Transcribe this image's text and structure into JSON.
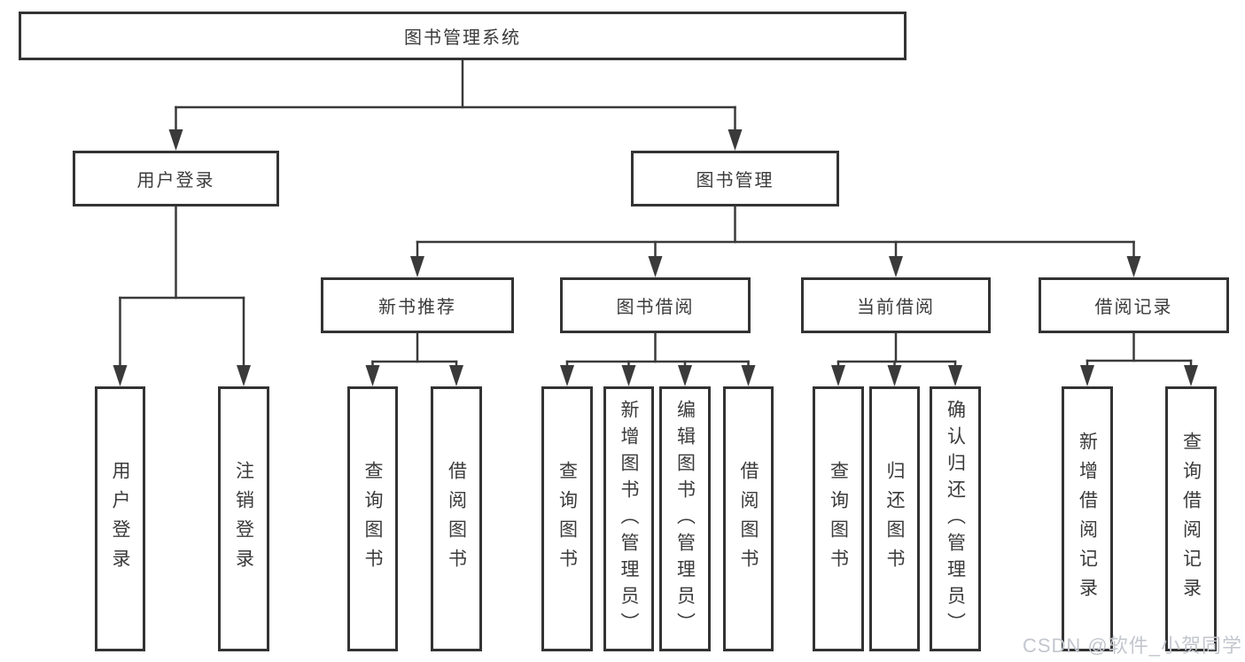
{
  "diagram_title": "图书管理系统",
  "watermark": "CSDN @软件_小贺同学",
  "colors": {
    "box_border": "#333333",
    "connector_line": "#3a3a3a",
    "text": "#3b3b3b",
    "background": "#ffffff",
    "watermark_text": "#c3c6ce"
  },
  "tree": {
    "root": {
      "label": "图书管理系统"
    },
    "branches": [
      {
        "label": "用户登录",
        "children": [
          {
            "label": "用户登录"
          },
          {
            "label": "注销登录"
          }
        ]
      },
      {
        "label": "图书管理",
        "children": [
          {
            "label": "新书推荐",
            "children": [
              {
                "label": "查询图书"
              },
              {
                "label": "借阅图书"
              }
            ]
          },
          {
            "label": "图书借阅",
            "children": [
              {
                "label": "查询图书"
              },
              {
                "label": "新增图书（管理员）"
              },
              {
                "label": "编辑图书（管理员）"
              },
              {
                "label": "借阅图书"
              }
            ]
          },
          {
            "label": "当前借阅",
            "children": [
              {
                "label": "查询图书"
              },
              {
                "label": "归还图书"
              },
              {
                "label": "确认归还（管理员）"
              }
            ]
          },
          {
            "label": "借阅记录",
            "children": [
              {
                "label": "新增借阅记录"
              },
              {
                "label": "查询借阅记录"
              }
            ]
          }
        ]
      }
    ]
  }
}
